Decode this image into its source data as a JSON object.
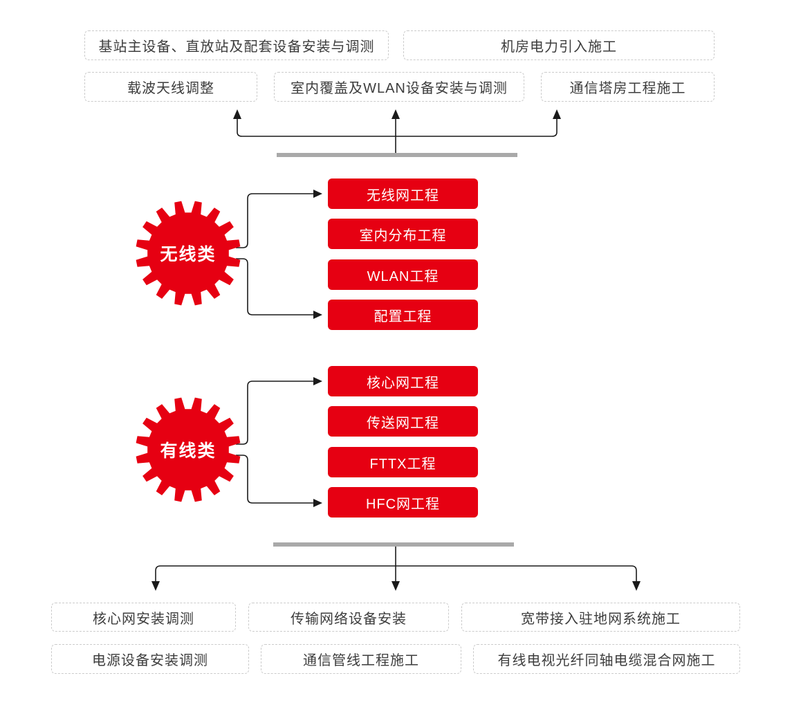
{
  "colors": {
    "accent_red": "#e60012",
    "bar_gray": "#a9a9a9",
    "line_black": "#1a1a1a",
    "dashed_border": "#cbcbcb",
    "box_text": "#3d3d3d"
  },
  "top": {
    "row1": [
      "基站主设备、直放站及配套设备安装与调测",
      "机房电力引入施工"
    ],
    "row2": [
      "载波天线调整",
      "室内覆盖及WLAN设备安装与调测",
      "通信塔房工程施工"
    ]
  },
  "wireless": {
    "label": "无线类",
    "projects": [
      "无线网工程",
      "室内分布工程",
      "WLAN工程",
      "配置工程"
    ]
  },
  "wired": {
    "label": "有线类",
    "projects": [
      "核心网工程",
      "传送网工程",
      "FTTX工程",
      "HFC网工程"
    ]
  },
  "bottom": {
    "row1": [
      "核心网安装调测",
      "传输网络设备安装",
      "宽带接入驻地网系统施工"
    ],
    "row2": [
      "电源设备安装调测",
      "通信管线工程施工",
      "有线电视光纤同轴电缆混合网施工"
    ]
  }
}
